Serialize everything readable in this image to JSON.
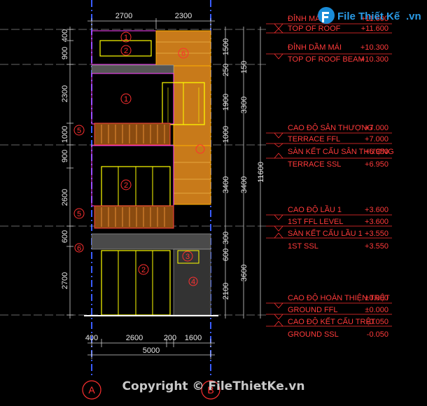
{
  "watermark": "Copyright © FileThietKe.vn",
  "logo": {
    "brand": "File Thiết Kế",
    "domain": ".vn"
  },
  "top_dims": [
    "2700",
    "2300"
  ],
  "bottom_dims": [
    "400",
    "2600",
    "200",
    "1600"
  ],
  "bottom_total": "5000",
  "left_dims": [
    "400",
    "900",
    "2300",
    "1000",
    "900",
    "2600",
    "600",
    "2700"
  ],
  "right_inner_dims": [
    "1500",
    "250",
    "1900",
    "1000",
    "3400",
    "300",
    "600",
    "2100"
  ],
  "right_outer_dims": [
    "150",
    "3300",
    "3400",
    "3600"
  ],
  "right_total": "11600",
  "grid_axes": [
    "A",
    "B"
  ],
  "tags": [
    "1",
    "2",
    "3",
    "4",
    "5",
    "6"
  ],
  "levels": [
    {
      "name": "ĐỈNH MÁI",
      "value": "+11.600",
      "ssl": "TOP OF ROOF",
      "ssl_value": "+11.600"
    },
    {
      "name": "ĐỈNH DẦM MÁI",
      "value": "+10.300",
      "ssl": "TOP OF ROOF BEAM",
      "ssl_value": "+10.300"
    },
    {
      "name": "CAO ĐỘ SÂN THƯỢNG",
      "value": "+7.000",
      "ffl": "TERRACE FFL",
      "ffl_value": "+7.000",
      "struct": "SÀN KẾT CẤU SÂN THƯỢNG",
      "struct_value": "+6.950",
      "ssl": "TERRACE SSL",
      "ssl_value": "+6.950"
    },
    {
      "name": "CAO ĐỘ LẦU 1",
      "value": "+3.600",
      "ffl": "1ST FFL LEVEL",
      "ffl_value": "+3.600",
      "struct": "SÀN KẾT CẤU LẦU 1",
      "struct_value": "+3.550",
      "ssl": "1ST SSL",
      "ssl_value": "+3.550"
    },
    {
      "name": "CAO ĐỘ HOÀN THIỆN TRỆT",
      "value": "±0.000",
      "ffl": "GROUND FFL",
      "ffl_value": "±0.000",
      "struct": "CAO ĐỘ KẾT CẤU TRỆT",
      "struct_value": "-0.050",
      "ssl": "GROUND SSL",
      "ssl_value": "-0.050"
    }
  ]
}
